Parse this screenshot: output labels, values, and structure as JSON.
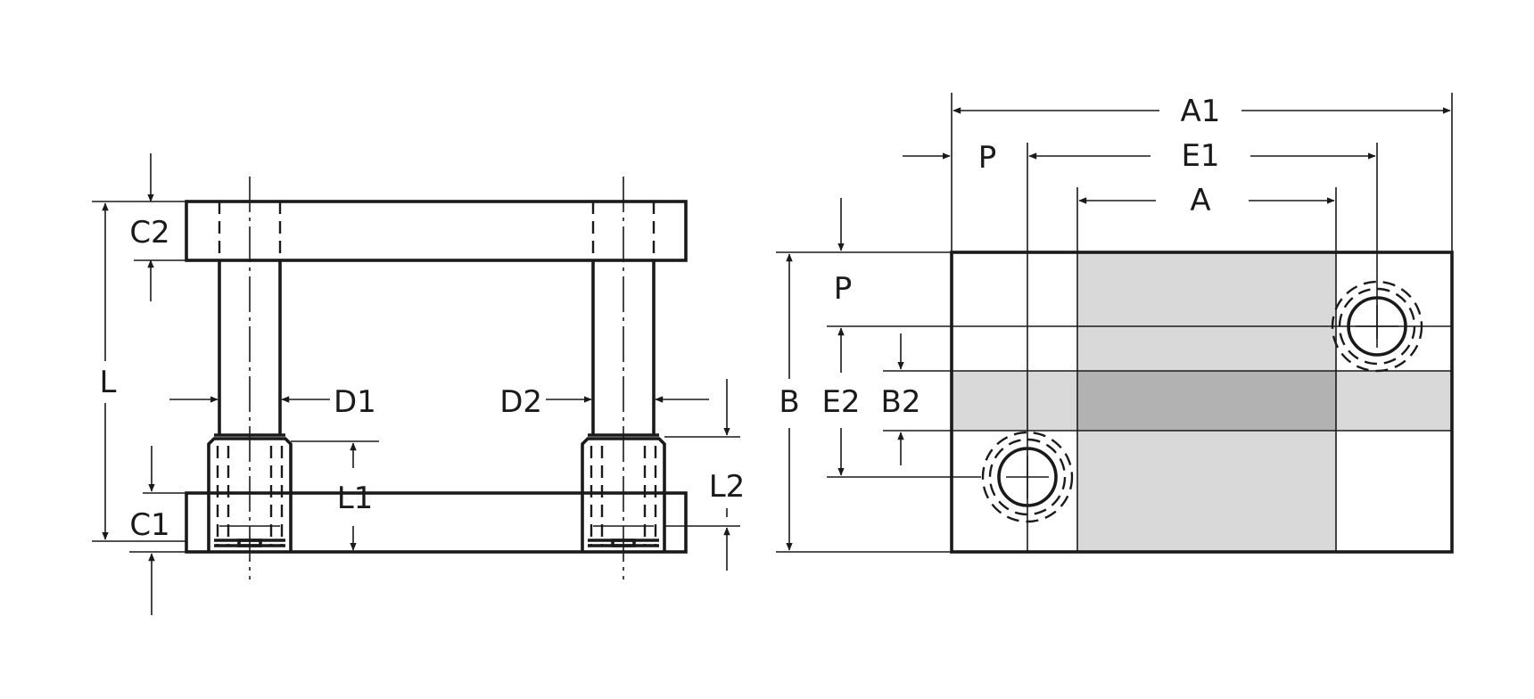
{
  "colors": {
    "line": "#1a1a1a",
    "shade_light": "#d9d9d9",
    "shade_dark": "#b2b2b2",
    "background": "#ffffff"
  },
  "side_view": {
    "labels": {
      "C2": "C2",
      "L": "L",
      "D1": "D1",
      "D2": "D2",
      "L1": "L1",
      "L2": "L2",
      "C1": "C1"
    }
  },
  "top_view": {
    "labels": {
      "A1": "A1",
      "P_top": "P",
      "E1": "E1",
      "A": "A",
      "P_side": "P",
      "B": "B",
      "E2": "E2",
      "B2": "B2"
    }
  }
}
